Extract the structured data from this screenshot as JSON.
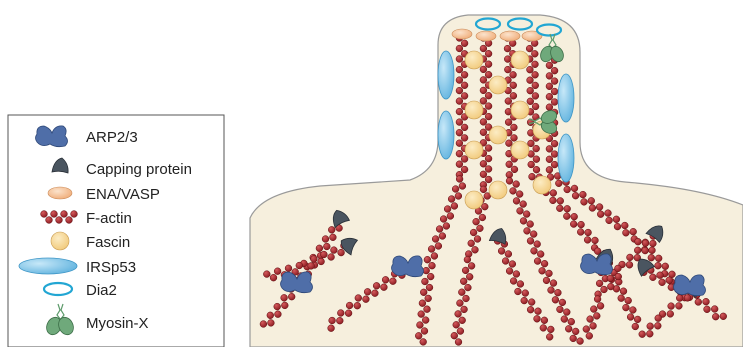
{
  "legend": {
    "items": [
      {
        "label": "ARP2/3",
        "icon": "arp23-icon"
      },
      {
        "label": "Capping protein",
        "icon": "capping-protein-icon"
      },
      {
        "label": "ENA/VASP",
        "icon": "ena-vasp-icon"
      },
      {
        "label": "F-actin",
        "icon": "f-actin-icon"
      },
      {
        "label": "Fascin",
        "icon": "fascin-icon"
      },
      {
        "label": "IRSp53",
        "icon": "irsp53-icon"
      },
      {
        "label": "Dia2",
        "icon": "dia2-icon"
      },
      {
        "label": "Myosin-X",
        "icon": "myosin-x-icon"
      }
    ]
  },
  "colors": {
    "cell_fill": "#f6efdd",
    "cell_outline": "#9a9a9a",
    "actin": "#a3242a",
    "actin_dark": "#5e0c10",
    "arp23": "#4f6ea8",
    "capping": "#4a5560",
    "ena_vasp": "#f3b98a",
    "fascin": "#f6d898",
    "irsp53": "#7fc7ea",
    "dia2": "#22a6d3",
    "myosin_x": "#5c9a6a"
  }
}
